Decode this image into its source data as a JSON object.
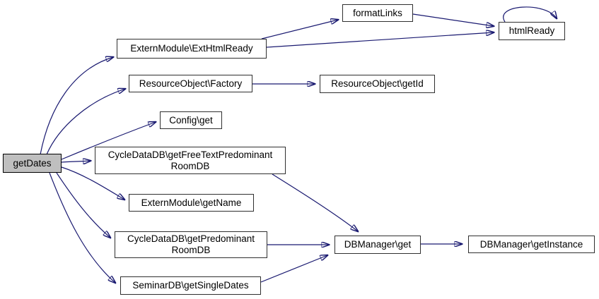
{
  "diagram": {
    "type": "call-graph",
    "colors": {
      "background": "#ffffff",
      "edge": "#191970",
      "node_border": "#2f2f2f",
      "node_fill": "#ffffff",
      "highlight_fill": "#bfbfbf",
      "text": "#000000"
    },
    "nodes": [
      {
        "id": "getDates",
        "lines": [
          "getDates"
        ],
        "highlighted": true
      },
      {
        "id": "extHtmlReady",
        "lines": [
          "ExternModule\\ExtHtmlReady"
        ]
      },
      {
        "id": "formatLinks",
        "lines": [
          "formatLinks"
        ]
      },
      {
        "id": "htmlReady",
        "lines": [
          "htmlReady"
        ],
        "self_call": true
      },
      {
        "id": "resourceFactory",
        "lines": [
          "ResourceObject\\Factory"
        ]
      },
      {
        "id": "resourceGetId",
        "lines": [
          "ResourceObject\\getId"
        ]
      },
      {
        "id": "configGet",
        "lines": [
          "Config\\get"
        ]
      },
      {
        "id": "freeTextPredominantRoomDB",
        "lines": [
          "CycleDataDB\\getFreeTextPredominant",
          "RoomDB"
        ]
      },
      {
        "id": "externGetName",
        "lines": [
          "ExternModule\\getName"
        ]
      },
      {
        "id": "predominantRoomDB",
        "lines": [
          "CycleDataDB\\getPredominant",
          "RoomDB"
        ]
      },
      {
        "id": "getSingleDates",
        "lines": [
          "SeminarDB\\getSingleDates"
        ]
      },
      {
        "id": "dbManagerGet",
        "lines": [
          "DBManager\\get"
        ]
      },
      {
        "id": "dbManagerGetInstance",
        "lines": [
          "DBManager\\getInstance"
        ]
      }
    ],
    "edges": [
      {
        "from": "getDates",
        "to": "ExternModule\\ExtHtmlReady"
      },
      {
        "from": "getDates",
        "to": "ResourceObject\\Factory"
      },
      {
        "from": "getDates",
        "to": "Config\\get"
      },
      {
        "from": "getDates",
        "to": "CycleDataDB\\getFreeTextPredominantRoomDB"
      },
      {
        "from": "getDates",
        "to": "ExternModule\\getName"
      },
      {
        "from": "getDates",
        "to": "CycleDataDB\\getPredominantRoomDB"
      },
      {
        "from": "getDates",
        "to": "SeminarDB\\getSingleDates"
      },
      {
        "from": "ExternModule\\ExtHtmlReady",
        "to": "formatLinks"
      },
      {
        "from": "ExternModule\\ExtHtmlReady",
        "to": "htmlReady"
      },
      {
        "from": "formatLinks",
        "to": "htmlReady"
      },
      {
        "from": "htmlReady",
        "to": "htmlReady"
      },
      {
        "from": "ResourceObject\\Factory",
        "to": "ResourceObject\\getId"
      },
      {
        "from": "CycleDataDB\\getFreeTextPredominantRoomDB",
        "to": "DBManager\\get"
      },
      {
        "from": "CycleDataDB\\getPredominantRoomDB",
        "to": "DBManager\\get"
      },
      {
        "from": "SeminarDB\\getSingleDates",
        "to": "DBManager\\get"
      },
      {
        "from": "DBManager\\get",
        "to": "DBManager\\getInstance"
      }
    ]
  }
}
